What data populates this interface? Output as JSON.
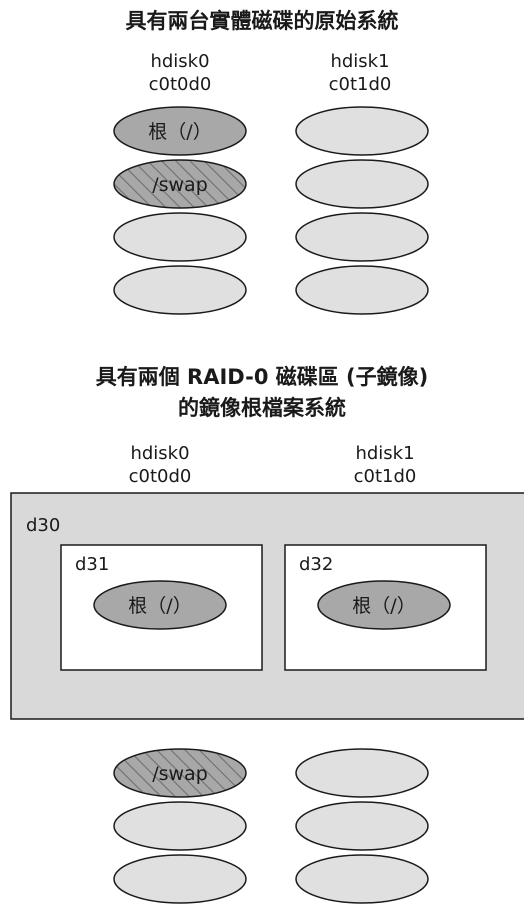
{
  "section1": {
    "title": "具有兩台實體磁碟的原始系統",
    "disk_left": {
      "name": "hdisk0",
      "device": "c0t0d0"
    },
    "disk_right": {
      "name": "hdisk1",
      "device": "c0t1d0"
    },
    "slice_root": "根（/）",
    "slice_swap": "/swap"
  },
  "section2": {
    "title_line1": "具有兩個 RAID-0 磁碟區 (子鏡像)",
    "title_line2": "的鏡像根檔案系統",
    "disk_left": {
      "name": "hdisk0",
      "device": "c0t0d0"
    },
    "disk_right": {
      "name": "hdisk1",
      "device": "c0t1d0"
    },
    "mirror": "d30",
    "submirror_left": {
      "name": "d31",
      "slice": "根（/）"
    },
    "submirror_right": {
      "name": "d32",
      "slice": "根（/）"
    },
    "slice_swap": "/swap"
  },
  "colors": {
    "slice_empty": "#e0e0e0",
    "slice_root": "#a8a8a8",
    "slice_swap_hatch": "#6f6f6f",
    "mirror_box": "#d9d9d9",
    "outline": "#1a1a1a"
  }
}
